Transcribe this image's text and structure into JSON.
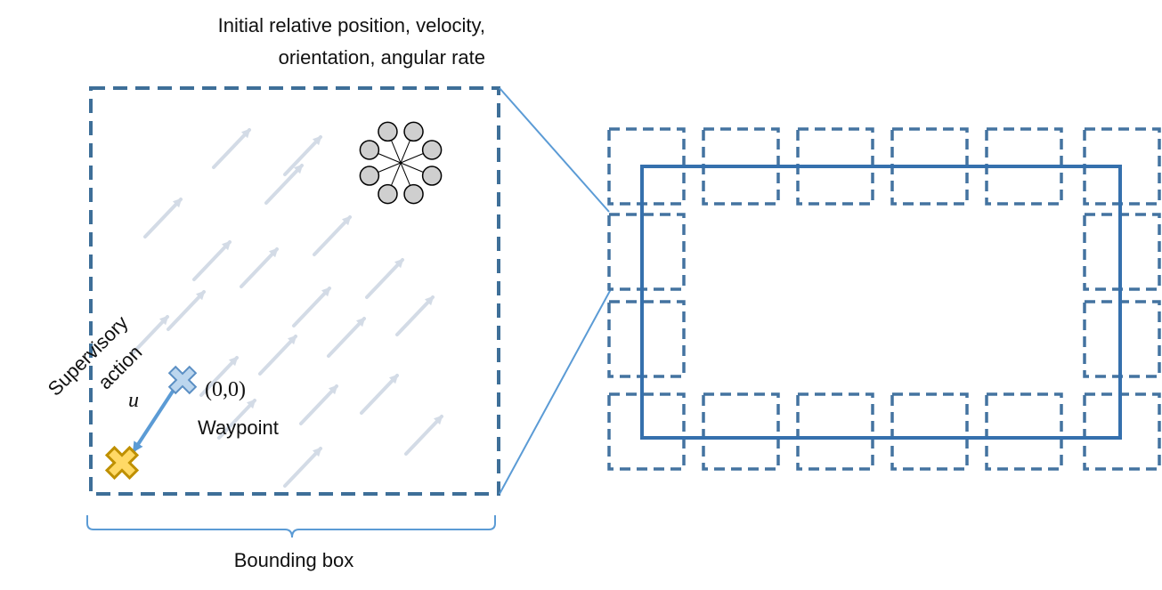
{
  "labels": {
    "initial_line1": "Initial relative position, velocity,",
    "initial_line2": "orientation, angular rate",
    "supervisory_line1": "Supervisory",
    "supervisory_line2": "action",
    "u_symbol": "u",
    "origin": "(0,0)",
    "waypoint": "Waypoint",
    "bounding_box": "Bounding box"
  },
  "colors": {
    "box_blue": "#3e6f98",
    "grid_blue": "#4473a0",
    "solid_blue": "#3570ad",
    "connector_blue": "#5b9bd5",
    "arrow_field": "#d3dbe6",
    "waypoint_fill": "#bcd6ee",
    "waypoint_stroke": "#5b8fc4",
    "target_fill": "#ffd966",
    "target_stroke": "#bf9000",
    "rotor_fill": "#cfcfcf",
    "action_arrow": "#5b9bd5"
  },
  "icons": {
    "drone": "octocopter-icon",
    "waypoint": "cross-marker-icon",
    "target": "cross-target-icon"
  }
}
